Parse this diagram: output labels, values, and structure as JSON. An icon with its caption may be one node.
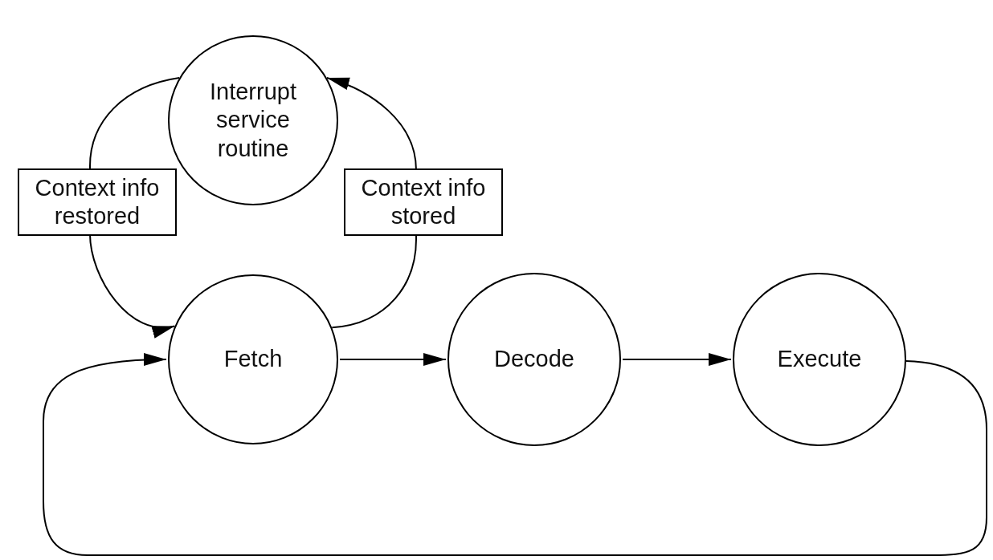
{
  "diagram": {
    "nodes": [
      {
        "text": [
          "Interrupt service routine"
        ]
      },
      {
        "text": [
          "Fetch"
        ]
      },
      {
        "text": [
          "Decode"
        ]
      },
      {
        "text": [
          "Execute"
        ]
      }
    ],
    "edges": [
      {
        "from": 0,
        "to": 1,
        "arrow": "to",
        "label": "Context info restored"
      },
      {
        "from": 1,
        "to": 0,
        "arrow": "to",
        "label": "Context info stored"
      },
      {
        "from": 1,
        "to": 2,
        "arrow": "to"
      },
      {
        "from": 2,
        "to": 3,
        "arrow": "to"
      },
      {
        "from": 3,
        "to": 1,
        "arrow": "to"
      }
    ]
  }
}
